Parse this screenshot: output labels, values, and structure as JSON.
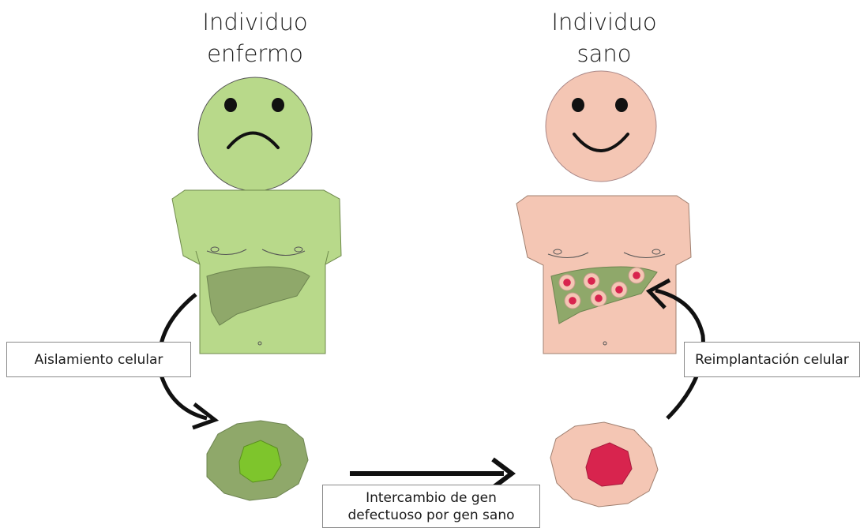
{
  "left": {
    "title_line1": "Individuo",
    "title_line2": "enfermo",
    "face_color": "#b8d98a",
    "body_color": "#b8d98a",
    "liver_color": "#8fa86a",
    "cell_outer_color": "#8fa86a",
    "cell_nucleus_color": "#7ec52c"
  },
  "right": {
    "title_line1": "Individuo",
    "title_line2": "sano",
    "face_color": "#f4c6b4",
    "body_color": "#f4c6b4",
    "liver_color": "#8fa86a",
    "cell_outer_color": "#f4c6b4",
    "cell_nucleus_color": "#d8244e"
  },
  "labels": {
    "isolation": "Aislamiento celular",
    "reimplant": "Reimplantación celular",
    "exchange_line1": "Intercambio de gen",
    "exchange_line2": "defectuoso por gen sano"
  }
}
